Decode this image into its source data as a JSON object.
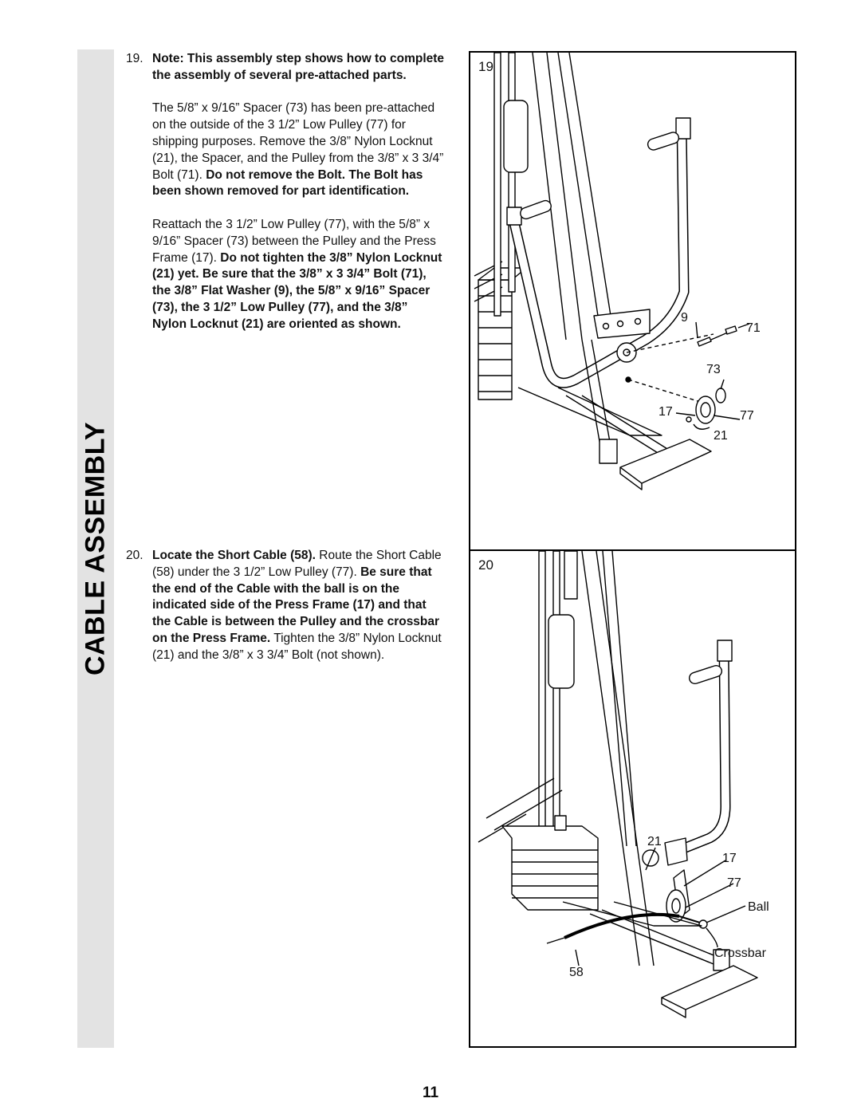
{
  "section_title": "CABLE ASSEMBLY",
  "step19": {
    "number": "19.",
    "intro_bold": "Note: This assembly step shows how to complete the assembly of several pre-attached parts.",
    "p2_text": "The 5/8” x 9/16” Spacer (73) has been pre-attached on the outside of the 3 1/2” Low Pulley (77) for shipping purposes. Remove the 3/8” Nylon Locknut (21), the Spacer, and the Pulley from the 3/8” x 3 3/4” Bolt (71).",
    "p2_bold": "Do not remove the Bolt. The Bolt has been shown removed for part identification.",
    "p3_text": "Reattach the 3 1/2” Low Pulley (77), with the 5/8” x 9/16” Spacer (73) between the Pulley and the Press Frame (17).",
    "p3_bold": "Do not tighten the 3/8” Nylon Locknut (21) yet. Be sure that the 3/8” x 3 3/4” Bolt (71), the 3/8” Flat Washer (9), the 5/8” x 9/16” Spacer (73), the 3 1/2” Low Pulley (77), and the 3/8” Nylon Locknut (21) are oriented as shown."
  },
  "step20": {
    "number": "20.",
    "lead_bold": "Locate the Short Cable (58).",
    "text1": "Route the Short Cable (58) under the 3 1/2” Low Pulley (77).",
    "bold2": "Be sure that the end of the Cable with the ball is on the indicated side of the Press Frame (17) and that the Cable is between the Pulley and the crossbar on the Press Frame.",
    "text3": "Tighten the 3/8” Nylon Locknut (21) and the 3/8” x 3 3/4” Bolt (not shown)."
  },
  "figure19": {
    "number": "19",
    "callouts": {
      "c9": "9",
      "c71": "71",
      "c73": "73",
      "c17": "17",
      "c77": "77",
      "c21": "21"
    }
  },
  "figure20": {
    "number": "20",
    "callouts": {
      "c21": "21",
      "c17": "17",
      "c77": "77",
      "ball": "Ball",
      "crossbar": "Crossbar",
      "c58": "58"
    }
  },
  "page_number": "11"
}
